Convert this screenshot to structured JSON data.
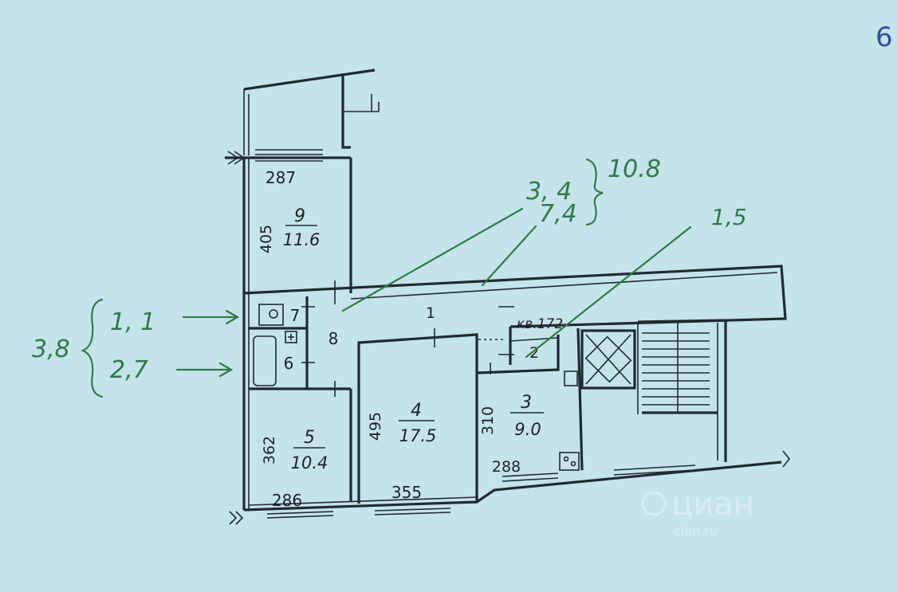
{
  "page_number": "6",
  "rooms": [
    {
      "number": "9",
      "area": "11.6"
    },
    {
      "number": "8",
      "area": ""
    },
    {
      "number": "7",
      "area": ""
    },
    {
      "number": "6",
      "area": ""
    },
    {
      "number": "5",
      "area": "10.4"
    },
    {
      "number": "4",
      "area": "17.5"
    },
    {
      "number": "3",
      "area": "9.0"
    },
    {
      "number": "2",
      "area": ""
    },
    {
      "number": "1",
      "area": ""
    }
  ],
  "dimensions": {
    "d287": "287",
    "d405": "405",
    "d362": "362",
    "d286": "286",
    "d495": "495",
    "d355": "355",
    "d310": "310",
    "d288": "288"
  },
  "apartment_label": "кв.172",
  "annotations": {
    "top_a": "3, 4",
    "top_b": "7,4",
    "top_total": "10.8",
    "right": "1,5",
    "left_a": "1, 1",
    "left_b": "2,7",
    "left_total": "3,8"
  },
  "watermark": {
    "brand": "циан",
    "sub": "cian.ru"
  },
  "colors": {
    "paper": "#c5e3ea",
    "ink": "#1d2226",
    "annotation": "#2f7a47",
    "page_number": "#2c4fa0"
  }
}
